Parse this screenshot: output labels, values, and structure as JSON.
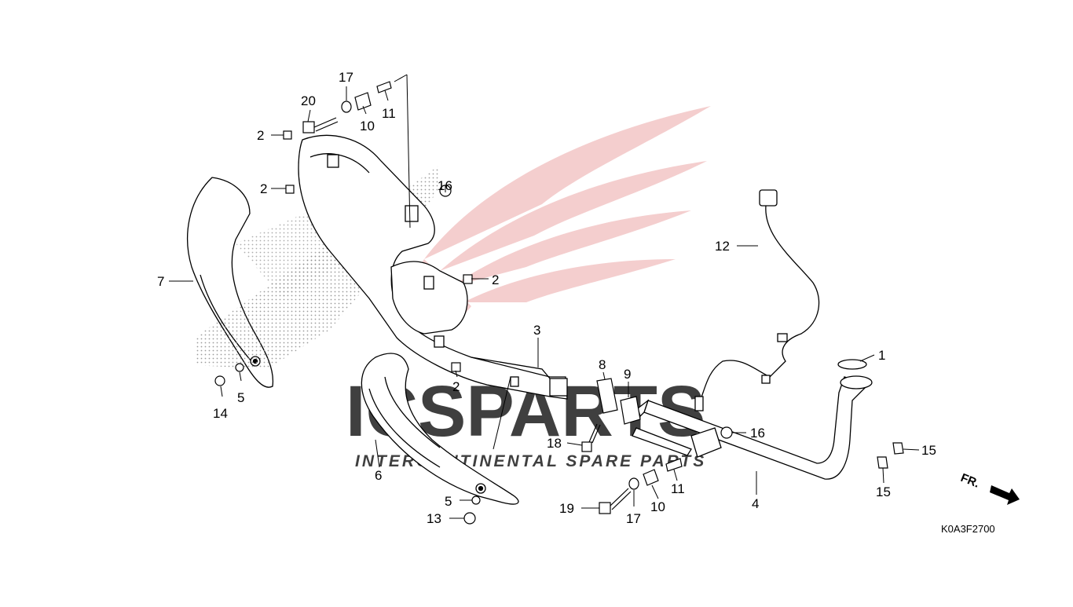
{
  "watermark": {
    "logo_text": "ICSPARTS",
    "tagline": "INTERCONTINENTAL SPARE PARTS",
    "color": "#e8a0a0"
  },
  "diagram_code": "K0A3F2700",
  "direction_marker": "FR.",
  "callouts": [
    {
      "id": "c20",
      "text": "20"
    },
    {
      "id": "c17a",
      "text": "17"
    },
    {
      "id": "c10a",
      "text": "10"
    },
    {
      "id": "c11a",
      "text": "11"
    },
    {
      "id": "c2a",
      "text": "2"
    },
    {
      "id": "c2b",
      "text": "2"
    },
    {
      "id": "c16a",
      "text": "16"
    },
    {
      "id": "c7",
      "text": "7"
    },
    {
      "id": "c2c",
      "text": "2"
    },
    {
      "id": "c3",
      "text": "3"
    },
    {
      "id": "c2d",
      "text": "2"
    },
    {
      "id": "c5a",
      "text": "5"
    },
    {
      "id": "c14",
      "text": "14"
    },
    {
      "id": "c6",
      "text": "6"
    },
    {
      "id": "c5b",
      "text": "5"
    },
    {
      "id": "c13",
      "text": "13"
    },
    {
      "id": "c12",
      "text": "12"
    },
    {
      "id": "c1",
      "text": "1"
    },
    {
      "id": "c8",
      "text": "8"
    },
    {
      "id": "c9",
      "text": "9"
    },
    {
      "id": "c18",
      "text": "18"
    },
    {
      "id": "c16b",
      "text": "16"
    },
    {
      "id": "c15a",
      "text": "15"
    },
    {
      "id": "c15b",
      "text": "15"
    },
    {
      "id": "c19",
      "text": "19"
    },
    {
      "id": "c17b",
      "text": "17"
    },
    {
      "id": "c10b",
      "text": "10"
    },
    {
      "id": "c11b",
      "text": "11"
    },
    {
      "id": "c4",
      "text": "4"
    }
  ]
}
